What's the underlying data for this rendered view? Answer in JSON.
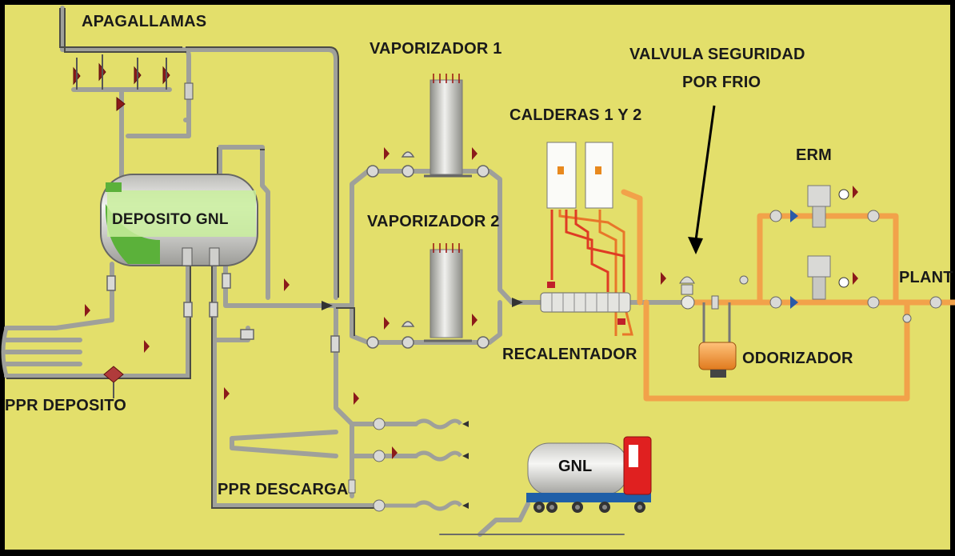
{
  "colors": {
    "background": "#e3df6b",
    "border": "#000000",
    "cold_pipe": "#a9aaa3",
    "warm_pipe": "#f3a14a",
    "hot_pipe": "#e0442a",
    "tank": "#d6d6d6",
    "tank_highlight": "#c7ec9a",
    "truck_cab": "#e02020",
    "truck_chassis": "#1f5fa8"
  },
  "labels": {
    "apagallamas": "APAGALLAMAS",
    "vaporizador_1": "VAPORIZADOR 1",
    "vaporizador_2": "VAPORIZADOR 2",
    "calderas": "CALDERAS 1 Y 2",
    "valvula_line1": "VALVULA SEGURIDAD",
    "valvula_line2": "POR FRIO",
    "erm": "ERM",
    "deposito_gnl": "DEPOSITO GNL",
    "recalentador": "RECALENTADOR",
    "odorizador": "ODORIZADOR",
    "planta": "PLANT",
    "ppr_deposito": "PPR DEPOSITO",
    "ppr_descarga": "PPR DESCARGA",
    "gnl_truck": "GNL"
  }
}
